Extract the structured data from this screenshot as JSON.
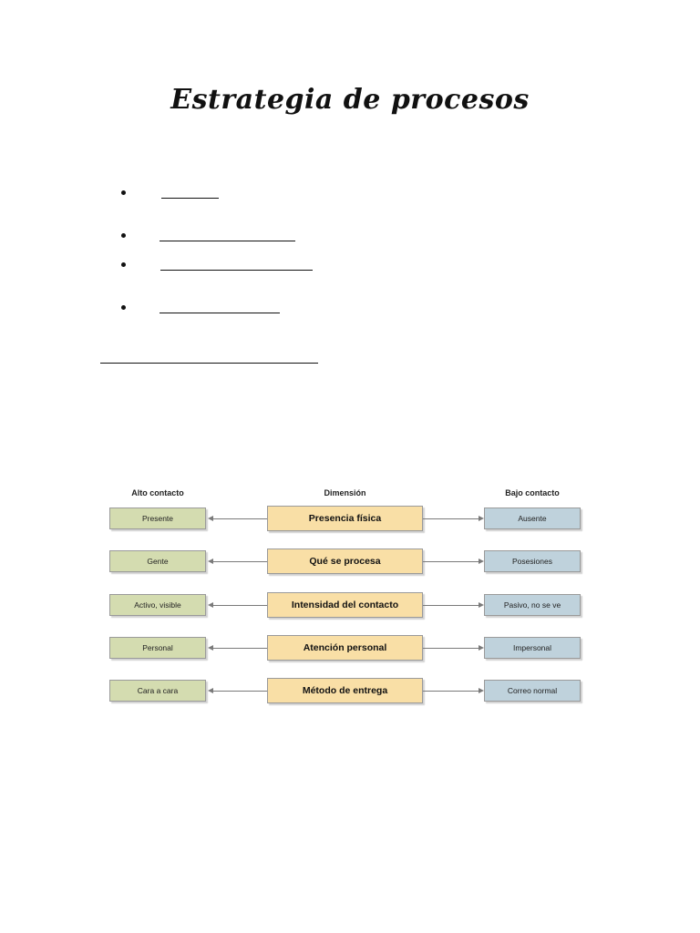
{
  "document": {
    "title": "Estrategia de procesos"
  },
  "diagram": {
    "headers": {
      "left": "Alto contacto",
      "middle": "Dimensión",
      "right": "Bajo contacto"
    },
    "rows": [
      {
        "left": "Presente",
        "middle": "Presencia física",
        "right": "Ausente"
      },
      {
        "left": "Gente",
        "middle": "Qué se procesa",
        "right": "Posesiones"
      },
      {
        "left": "Activo, visible",
        "middle": "Intensidad del contacto",
        "right": "Pasivo, no se ve"
      },
      {
        "left": "Personal",
        "middle": "Atención personal",
        "right": "Impersonal"
      },
      {
        "left": "Cara a cara",
        "middle": "Método de entrega",
        "right": "Correo normal"
      }
    ],
    "colors": {
      "left": "#d4dcb0",
      "middle": "#f9dfa6",
      "right": "#bfd2dc"
    }
  }
}
